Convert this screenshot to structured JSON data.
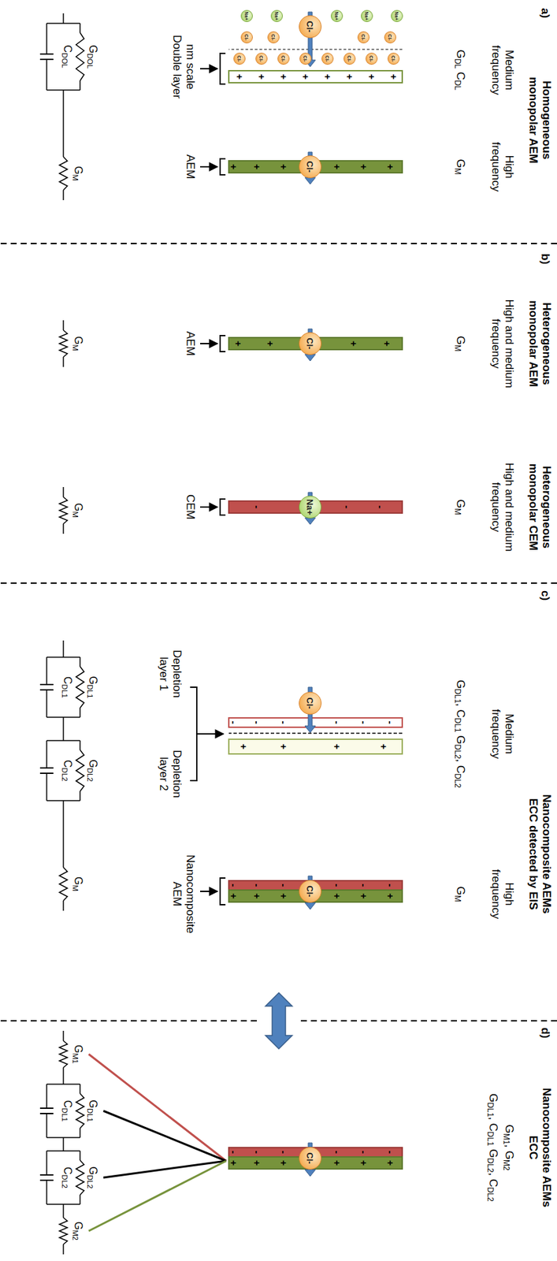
{
  "diagram": {
    "nodes": [
      {
        "text": [
          "Na+"
        ]
      },
      {
        "text": [
          "Na+"
        ]
      },
      {
        "text": [
          "Na+"
        ]
      },
      {
        "text": [
          "Na+"
        ]
      },
      {
        "text": [
          "Na+"
        ]
      },
      {
        "text": [
          "Cl-"
        ]
      },
      {
        "text": [
          "Cl-"
        ]
      },
      {
        "text": [
          "Cl-"
        ]
      },
      {
        "text": [
          "Cl-"
        ]
      },
      {
        "text": [
          "Cl-"
        ]
      },
      {
        "text": [
          "Cl-"
        ]
      },
      {
        "text": [
          "Cl-"
        ]
      },
      {
        "text": [
          "Cl-"
        ]
      },
      {
        "text": [
          "Cl-"
        ]
      },
      {
        "text": [
          "Cl-"
        ]
      },
      {
        "text": [
          "Cl-"
        ]
      },
      {
        "text": [
          "Cl-"
        ]
      },
      {
        "text": [
          "Cl-"
        ]
      },
      {
        "text": [
          "Cl-"
        ]
      },
      {
        "text": [
          "Cl-"
        ]
      },
      {
        "text": [
          "Na+"
        ]
      },
      {
        "text": [
          "Cl-"
        ]
      },
      {
        "text": [
          "Cl-"
        ]
      },
      {
        "text": [
          "Cl-"
        ]
      }
    ],
    "labels": [
      "a)",
      "Homogeneous monopolar AEM",
      "Medium frequency",
      "High frequency",
      "GDL CDL",
      "GM",
      "nm scale Double layer",
      "AEM",
      "GDOL",
      "CDOL",
      "GM",
      "b)",
      "Heterogeneous monopolar AEM",
      "Heterogeneous monopolar CEM",
      "High and medium frequency",
      "High and medium frequency",
      "GM",
      "GM",
      "AEM",
      "CEM",
      "GM",
      "GM",
      "c)",
      "Nanocomposite AEMs ECC detected by EIS",
      "Medium frequency",
      "GDL1, CDL1 GDL2, CDL2",
      "High frequency",
      "GM",
      "Depletion layer 1",
      "Depletion layer 2",
      "Nanocomposite AEM",
      "GDL1",
      "CDL1",
      "GDL2",
      "CDL2",
      "GM",
      "d)",
      "Nanocomposite AEMs ECC",
      "GM1, GM2",
      "GDL1, CDL1 GDL2, CDL2",
      "GM1",
      "GDL1",
      "CDL1",
      "GDL2",
      "CDL2",
      "GM2",
      "+",
      "+",
      "+",
      "+",
      "+",
      "+",
      "+",
      "+",
      "+",
      "+",
      "+",
      "+",
      "+",
      "+",
      "+",
      "+",
      "+",
      "+",
      "-",
      "-",
      "-",
      "-",
      "-",
      "-",
      "-",
      "-",
      "-",
      "+",
      "+",
      "+",
      "+",
      "-",
      "-",
      "-",
      "-",
      "-",
      "-",
      "+",
      "+",
      "+",
      "+",
      "+",
      "+",
      "-",
      "-",
      "-",
      "-",
      "-",
      "-",
      "+",
      "+",
      "+",
      "+",
      "+",
      "+"
    ]
  }
}
